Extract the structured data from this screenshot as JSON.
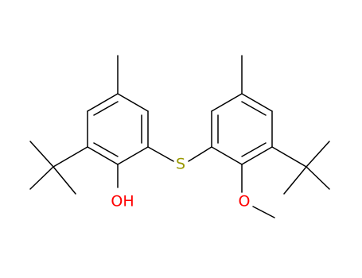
{
  "molecule": {
    "atoms": {
      "hydroxyl": {
        "label": "OH",
        "color": "#ff0000"
      },
      "sulfur": {
        "label": "S",
        "color": "#999900"
      },
      "ether_oxygen": {
        "label": "O",
        "color": "#ff0000"
      }
    },
    "bond_color": "#000000"
  }
}
